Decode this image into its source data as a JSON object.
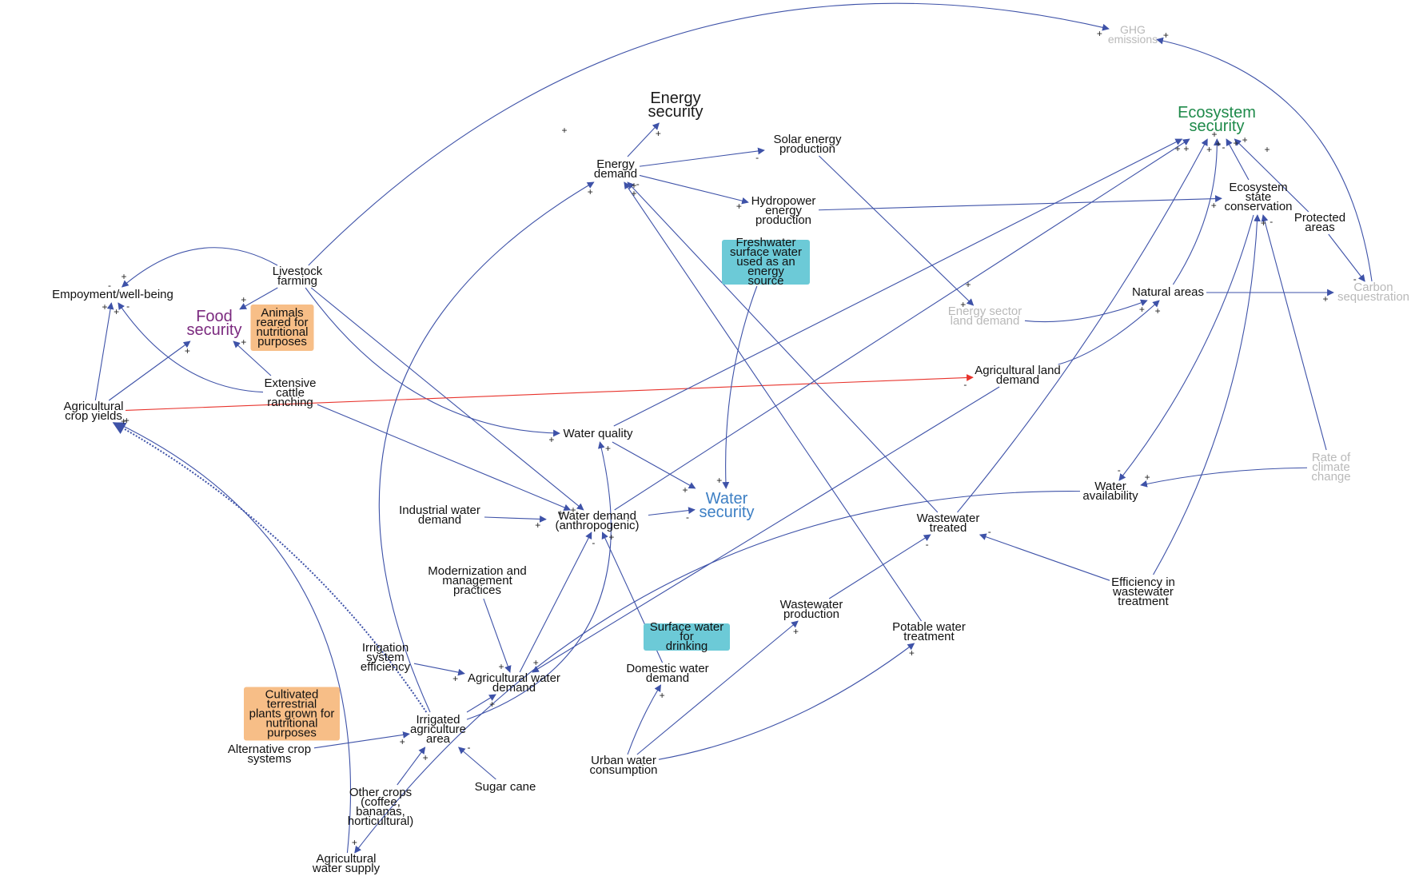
{
  "diagram": {
    "nodes": {
      "ghg": [
        "GHG",
        "emissions"
      ],
      "energy_security": [
        "Energy",
        "security"
      ],
      "ecosystem_security": [
        "Ecosystem",
        "security"
      ],
      "solar": [
        "Solar energy",
        "production"
      ],
      "energy_demand": [
        "Energy",
        "demand"
      ],
      "hydropower": [
        "Hydropower",
        "energy",
        "production"
      ],
      "ecosystem_conservation": [
        "Ecosystem",
        "state",
        "conservation"
      ],
      "protected_areas": [
        "Protected",
        "areas"
      ],
      "livestock": [
        "Livestock",
        "farming"
      ],
      "employment": [
        "Empoyment/well-being"
      ],
      "food_security": [
        "Food",
        "security"
      ],
      "energy_land": [
        "Energy sector",
        "land demand"
      ],
      "natural_areas": [
        "Natural areas"
      ],
      "carbon": [
        "Carbon",
        "sequestration"
      ],
      "extensive_cattle": [
        "Extensive",
        "cattle",
        "ranching"
      ],
      "agri_land": [
        "Agricultural land",
        "demand"
      ],
      "crop_yields": [
        "Agricultural",
        "crop yields"
      ],
      "water_quality": [
        "Water quality"
      ],
      "rate_climate": [
        "Rate of",
        "climate",
        "change"
      ],
      "water_security": [
        "Water",
        "security"
      ],
      "water_availability": [
        "Water",
        "availability"
      ],
      "industrial": [
        "Industrial water",
        "demand"
      ],
      "water_demand": [
        "Water demand",
        "(anthropogenic)"
      ],
      "wastewater_treated": [
        "Wastewater",
        "treated"
      ],
      "modernization": [
        "Modernization and",
        "management",
        "practices"
      ],
      "efficiency_ww": [
        "Efficiency in",
        "wastewater",
        "treatment"
      ],
      "ww_production": [
        "Wastewater",
        "production"
      ],
      "potable": [
        "Potable water",
        "treatment"
      ],
      "irrigation_eff": [
        "Irrigation",
        "system",
        "efficiency"
      ],
      "agri_water_demand": [
        "Agricultural water",
        "demand"
      ],
      "domestic": [
        "Domestic water",
        "demand"
      ],
      "irrigated_area": [
        "Irrigated",
        "agriculture",
        "area"
      ],
      "alt_crop": [
        "Alternative crop",
        "systems"
      ],
      "urban": [
        "Urban water",
        "consumption"
      ],
      "sugar": [
        "Sugar cane"
      ],
      "other_crops": [
        "Other crops",
        "(coffee,",
        "bananas,",
        "horticultural)"
      ],
      "agri_supply": [
        "Agricultural",
        "water supply"
      ]
    },
    "boxes": {
      "animals": [
        "Animals",
        "reared for",
        "nutritional",
        "purposes"
      ],
      "freshwater": [
        "Freshwater",
        "surface water",
        "used as an energy",
        "source"
      ],
      "surface_drinking": [
        "Surface water for",
        "drinking"
      ],
      "cultivated": [
        "Cultivated terrestrial",
        "plants grown for",
        "nutritional purposes"
      ]
    },
    "signs": [
      "+",
      "-",
      "+",
      "+",
      "+",
      "+",
      "+",
      "-",
      "+",
      "+",
      "-",
      "+",
      "+",
      "+",
      "+",
      "+",
      "+",
      "+",
      "-",
      "+",
      "+",
      "+",
      "-",
      "+",
      "+",
      "+",
      "+",
      "-",
      "+",
      "+",
      "+",
      "+",
      "-",
      "+",
      "-",
      "-",
      "+",
      "+",
      "-",
      "-",
      "+",
      "+",
      "+",
      "+",
      "+",
      "+",
      "-",
      "+",
      "+",
      "+",
      "+",
      "+",
      "+",
      "+",
      "+",
      "-",
      "+",
      "+",
      "-",
      "+",
      "+",
      "+",
      "+",
      "+"
    ],
    "edges": [
      {
        "from": "energy_demand",
        "to": "energy_security",
        "kind": "normal"
      },
      {
        "from": "energy_demand",
        "to": "solar",
        "kind": "normal"
      },
      {
        "from": "energy_demand",
        "to": "hydropower",
        "kind": "normal"
      },
      {
        "from": "hydropower",
        "to": "ecosystem_conservation",
        "kind": "normal"
      },
      {
        "from": "solar",
        "to": "energy_land",
        "kind": "normal"
      },
      {
        "from": "energy_land",
        "to": "natural_areas",
        "kind": "normal"
      },
      {
        "from": "natural_areas",
        "to": "carbon",
        "kind": "normal"
      },
      {
        "from": "natural_areas",
        "to": "ecosystem_security",
        "kind": "normal"
      },
      {
        "from": "ecosystem_conservation",
        "to": "ecosystem_security",
        "kind": "normal"
      },
      {
        "from": "protected_areas",
        "to": "ecosystem_security",
        "kind": "normal"
      },
      {
        "from": "protected_areas",
        "to": "carbon",
        "kind": "normal"
      },
      {
        "from": "carbon",
        "to": "ghg",
        "kind": "normal"
      },
      {
        "from": "livestock",
        "to": "ghg",
        "kind": "normal"
      },
      {
        "from": "livestock",
        "to": "employment",
        "kind": "normal"
      },
      {
        "from": "livestock",
        "to": "food_security",
        "kind": "normal"
      },
      {
        "from": "livestock",
        "to": "water_quality",
        "kind": "normal"
      },
      {
        "from": "livestock",
        "to": "water_demand",
        "kind": "normal"
      },
      {
        "from": "extensive_cattle",
        "to": "food_security",
        "kind": "normal"
      },
      {
        "from": "extensive_cattle",
        "to": "employment",
        "kind": "normal"
      },
      {
        "from": "extensive_cattle",
        "to": "water_demand",
        "kind": "normal"
      },
      {
        "from": "crop_yields",
        "to": "employment",
        "kind": "normal"
      },
      {
        "from": "crop_yields",
        "to": "food_security",
        "kind": "normal"
      },
      {
        "from": "crop_yields",
        "to": "agri_land",
        "kind": "red"
      },
      {
        "from": "agri_land",
        "to": "natural_areas",
        "kind": "normal"
      },
      {
        "from": "agri_land",
        "to": "agri_water_demand",
        "kind": "normal"
      },
      {
        "from": "water_quality",
        "to": "water_security",
        "kind": "normal"
      },
      {
        "from": "water_quality",
        "to": "ecosystem_security",
        "kind": "normal"
      },
      {
        "from": "water_demand",
        "to": "water_security",
        "kind": "normal"
      },
      {
        "from": "water_demand",
        "to": "ecosystem_security",
        "kind": "normal"
      },
      {
        "from": "industrial",
        "to": "water_demand",
        "kind": "normal"
      },
      {
        "from": "freshwater",
        "to": "water_security",
        "kind": "normal"
      },
      {
        "from": "wastewater_treated",
        "to": "ecosystem_security",
        "kind": "normal"
      },
      {
        "from": "wastewater_treated",
        "to": "energy_demand",
        "kind": "normal"
      },
      {
        "from": "potable",
        "to": "energy_demand",
        "kind": "normal"
      },
      {
        "from": "ww_production",
        "to": "wastewater_treated",
        "kind": "normal"
      },
      {
        "from": "efficiency_ww",
        "to": "wastewater_treated",
        "kind": "normal"
      },
      {
        "from": "efficiency_ww",
        "to": "ecosystem_conservation",
        "kind": "normal"
      },
      {
        "from": "rate_climate",
        "to": "water_availability",
        "kind": "normal"
      },
      {
        "from": "rate_climate",
        "to": "ecosystem_conservation",
        "kind": "normal"
      },
      {
        "from": "ecosystem_conservation",
        "to": "water_availability",
        "kind": "normal"
      },
      {
        "from": "water_availability",
        "to": "agri_supply",
        "kind": "normal"
      },
      {
        "from": "agri_supply",
        "to": "crop_yields",
        "kind": "normal"
      },
      {
        "from": "irrigated_area",
        "to": "crop_yields",
        "kind": "dotted"
      },
      {
        "from": "irrigated_area",
        "to": "agri_water_demand",
        "kind": "normal"
      },
      {
        "from": "irrigated_area",
        "to": "energy_demand",
        "kind": "normal"
      },
      {
        "from": "irrigated_area",
        "to": "water_quality",
        "kind": "normal"
      },
      {
        "from": "agri_water_demand",
        "to": "water_demand",
        "kind": "normal"
      },
      {
        "from": "modernization",
        "to": "agri_water_demand",
        "kind": "normal"
      },
      {
        "from": "irrigation_eff",
        "to": "agri_water_demand",
        "kind": "normal"
      },
      {
        "from": "domestic",
        "to": "water_demand",
        "kind": "normal"
      },
      {
        "from": "urban",
        "to": "domestic",
        "kind": "normal"
      },
      {
        "from": "urban",
        "to": "ww_production",
        "kind": "normal"
      },
      {
        "from": "urban",
        "to": "potable",
        "kind": "normal"
      },
      {
        "from": "alt_crop",
        "to": "irrigated_area",
        "kind": "normal"
      },
      {
        "from": "other_crops",
        "to": "irrigated_area",
        "kind": "normal"
      },
      {
        "from": "sugar",
        "to": "irrigated_area",
        "kind": "normal"
      }
    ]
  }
}
